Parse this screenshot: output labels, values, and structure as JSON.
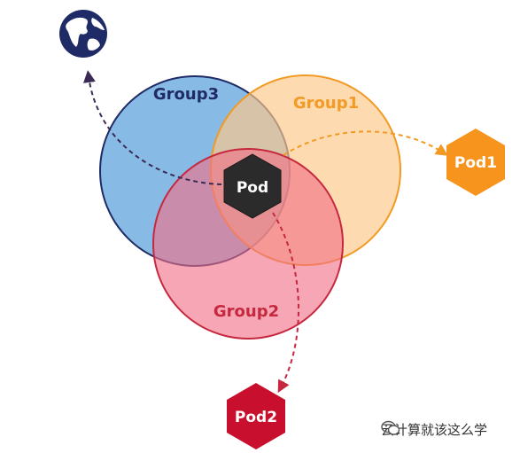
{
  "groups": {
    "group3": {
      "label": "Group3",
      "fill": "#5aa0dc",
      "stroke": "#1f2b66",
      "text": "#1f2b66"
    },
    "group1": {
      "label": "Group1",
      "fill": "#fcc98a",
      "stroke": "#f29a24",
      "text": "#f29a24"
    },
    "group2": {
      "label": "Group2",
      "fill": "#f06f86",
      "stroke": "#c5283f",
      "text": "#c5283f"
    }
  },
  "center_pod": {
    "label": "Pod",
    "fill": "#2b2b2b"
  },
  "pod1": {
    "label": "Pod1",
    "fill": "#f7941d"
  },
  "pod2": {
    "label": "Pod2",
    "fill": "#c8102e"
  },
  "globe": {
    "icon": "globe-icon",
    "color": "#1f2b66"
  },
  "arrows": {
    "to_globe": "#3a2a55",
    "to_pod1": "#f29a24",
    "to_pod2": "#c5283f"
  },
  "watermark": {
    "text": "云计算就该这么学"
  }
}
